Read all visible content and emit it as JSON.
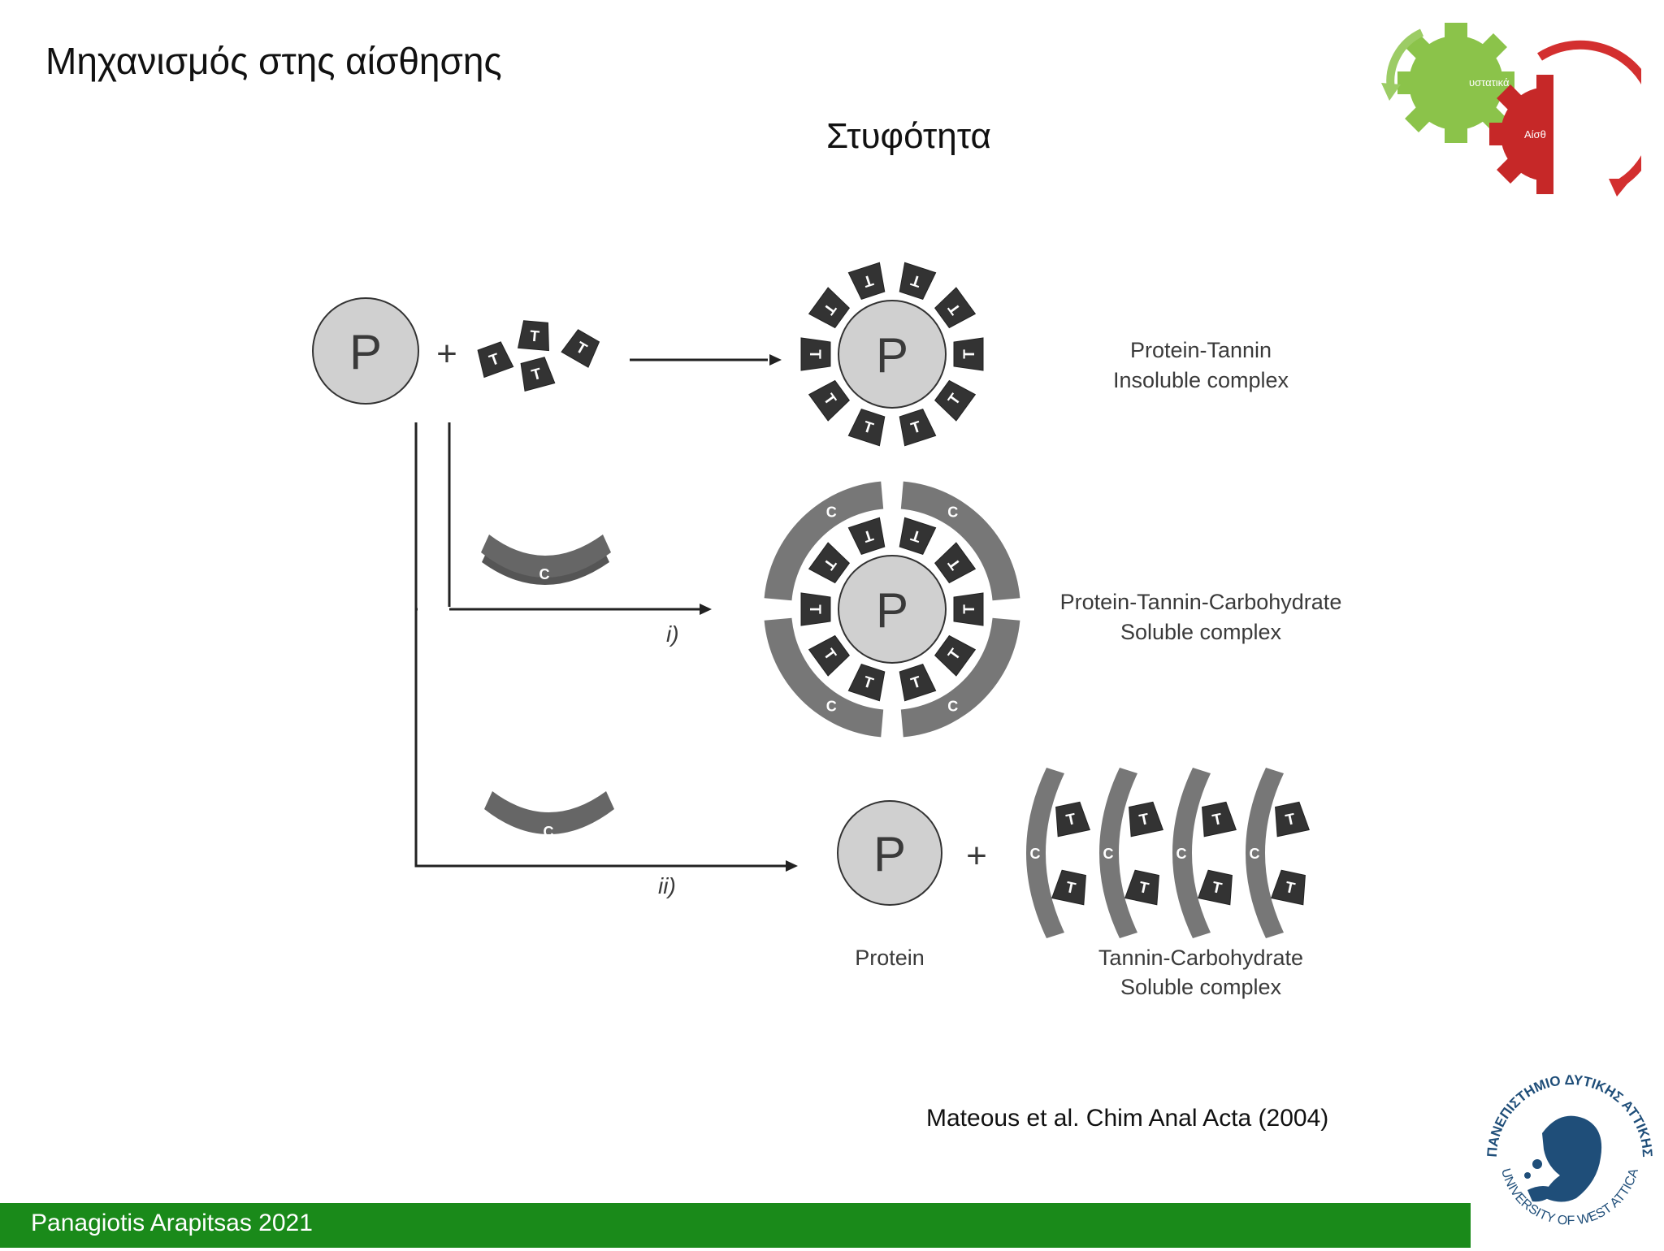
{
  "slide": {
    "title": "Μηχανισμός στης αίσθησης",
    "subtitle": "Στυφότητα",
    "citation": "Mateous et al. Chim Anal Acta (2004)",
    "footer": "Panagiotis Arapitsas 2021"
  },
  "cycle_logo": {
    "green_label": "υστατικά",
    "red_label": "Αίσθ",
    "colors": {
      "green": "#8bc34a",
      "red": "#c62828"
    }
  },
  "university_logo": {
    "text_top": "ΠΑΝΕΠΙΣΤΗΜΙΟ ΔΥΤΙΚΗΣ ΑΤΤΙΚΗΣ",
    "text_bottom": "UNIVERSITY OF WEST ATTICA",
    "color": "#1f4e79"
  },
  "diagram": {
    "protein_letter": "P",
    "tannin_letter": "T",
    "carb_letter": "C",
    "plus": "+",
    "labels": {
      "insoluble_1": "Protein-Tannin",
      "insoluble_2": "Insoluble complex",
      "soluble_1": "Protein-Tannin-Carbohydrate",
      "soluble_2": "Soluble complex",
      "protein": "Protein",
      "tc_1": "Tannin-Carbohydrate",
      "tc_2": "Soluble complex",
      "path_i": "i)",
      "path_ii": "ii)"
    }
  }
}
